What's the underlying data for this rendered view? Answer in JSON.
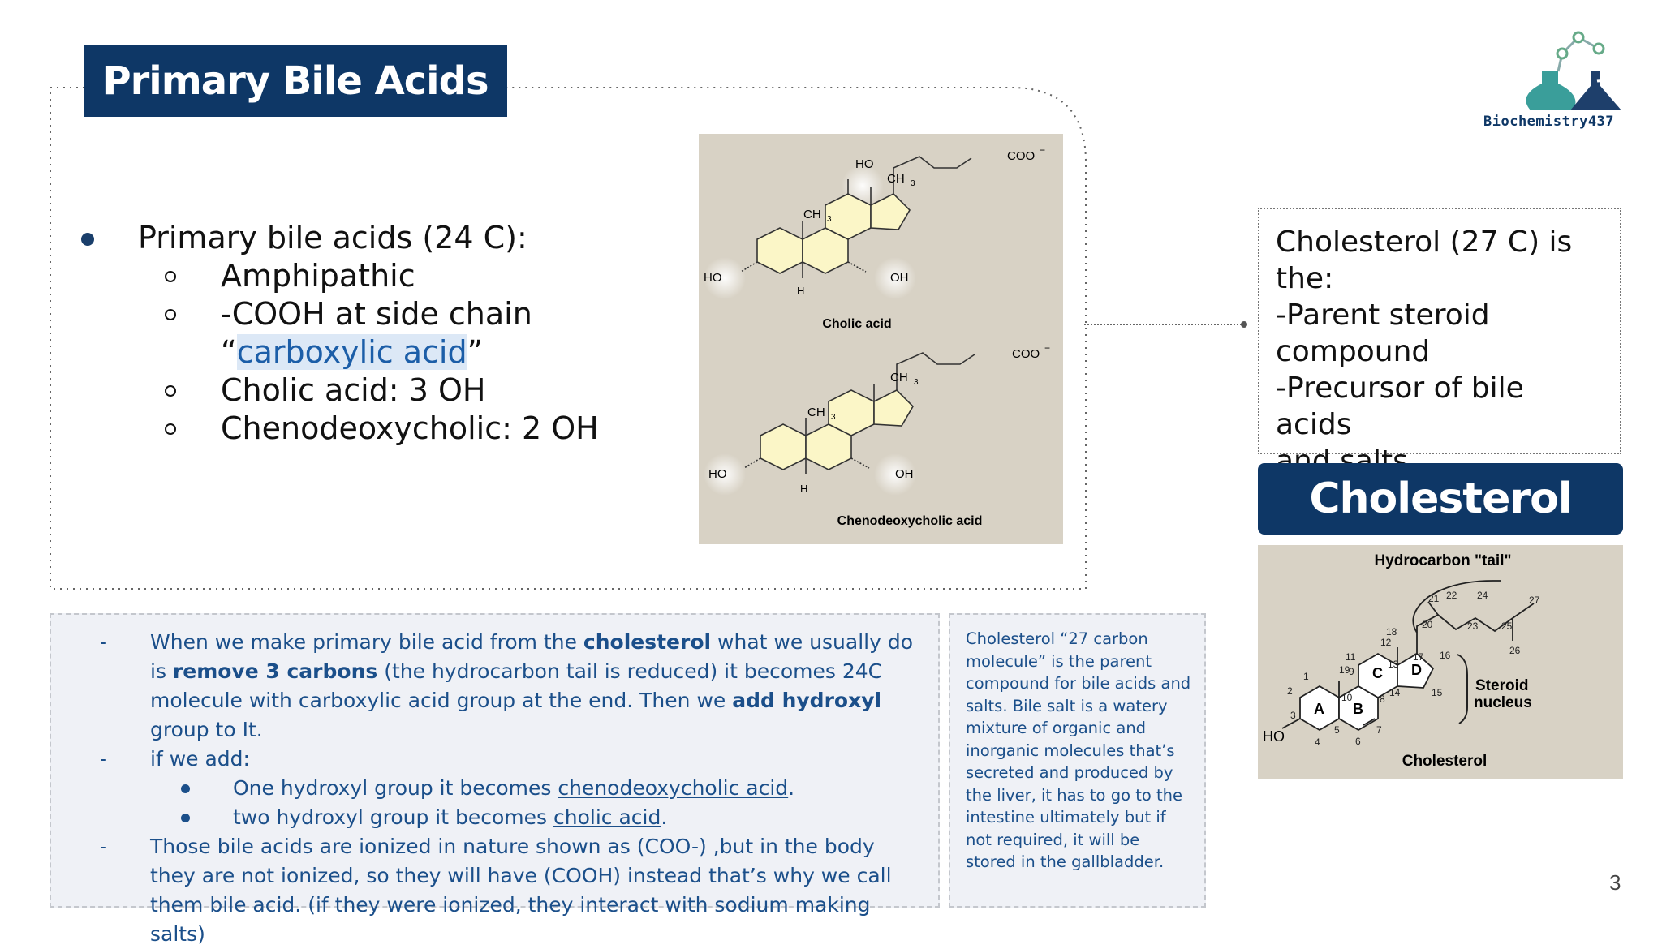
{
  "title": "Primary Bile Acids",
  "brand": {
    "name": "Biochemistry437",
    "color": "#0e3766"
  },
  "bullets": {
    "main": "Primary bile acids (24 C):",
    "sub": [
      "Amphipathic",
      "-COOH at side chain",
      "Cholic acid: 3 OH",
      "Chenodeoxycholic: 2 OH"
    ],
    "sub_cont_open": "“",
    "sub_cont_highlight": "carboxylic acid",
    "sub_cont_close": "”"
  },
  "bile_figure": {
    "cholic": {
      "name": "Cholic acid",
      "ho_top": "HO",
      "ch3_top": "CH",
      "ch3_top_sub": "3",
      "ch3_mid": "CH",
      "ch3_mid_sub": "3",
      "coo": "COO",
      "coo_sup": "−",
      "ho_left": "HO",
      "oh_right": "OH",
      "h": "H"
    },
    "cheno": {
      "name": "Chenodeoxycholic acid",
      "ch3_top": "CH",
      "ch3_top_sub": "3",
      "ch3_mid": "CH",
      "ch3_mid_sub": "3",
      "coo": "COO",
      "coo_sup": "−",
      "ho_left": "HO",
      "oh_right": "OH",
      "h": "H"
    }
  },
  "cholesterol_info": {
    "lines": [
      "Cholesterol (27 C) is",
      "the:",
      "-Parent steroid",
      "compound",
      "-Precursor of bile acids",
      "and salts"
    ]
  },
  "cholesterol_header": "Cholesterol",
  "cholesterol_figure": {
    "tail_label": "Hydrocarbon \"tail\"",
    "nucleus_label_1": "Steroid",
    "nucleus_label_2": "nucleus",
    "name": "Cholesterol",
    "ho": "HO",
    "rings": [
      "A",
      "B",
      "C",
      "D"
    ],
    "numbers": [
      "1",
      "2",
      "3",
      "4",
      "5",
      "6",
      "7",
      "8",
      "9",
      "10",
      "11",
      "12",
      "13",
      "14",
      "15",
      "16",
      "17",
      "18",
      "19",
      "20",
      "21",
      "22",
      "23",
      "24",
      "25",
      "26",
      "27"
    ]
  },
  "notes": {
    "dash": "-",
    "p1_a": "When we make primary bile acid from the ",
    "p1_b": "cholesterol",
    "p1_c": " what we usually do is ",
    "p1_d": "remove 3 carbons",
    "p1_e": " (the hydrocarbon tail is reduced) it becomes 24C molecule with carboxylic acid group at the end. Then we ",
    "p1_f": "add hydroxyl",
    "p1_g": " group to It.",
    "p2": "if we add:",
    "s1_a": "One hydroxyl group it becomes ",
    "s1_b": "chenodeoxycholic acid",
    "s1_c": ".",
    "s2_a": "two hydroxyl group it becomes ",
    "s2_b": "cholic acid",
    "s2_c": ".",
    "p3": "Those bile acids are ionized in nature shown as (COO-) ,but in the body they are not ionized, so they will have (COOH) instead that’s why we call them bile acid. (if they were ionized, they interact with sodium making salts)"
  },
  "side_note": "Cholesterol “27 carbon molecule” is the parent compound for bile acids and salts. Bile salt is a watery mixture of organic and inorganic molecules that’s secreted and produced by the liver, it has to go to the intestine ultimately but if not required, it will be stored in the gallbladder.",
  "page_number": "3"
}
